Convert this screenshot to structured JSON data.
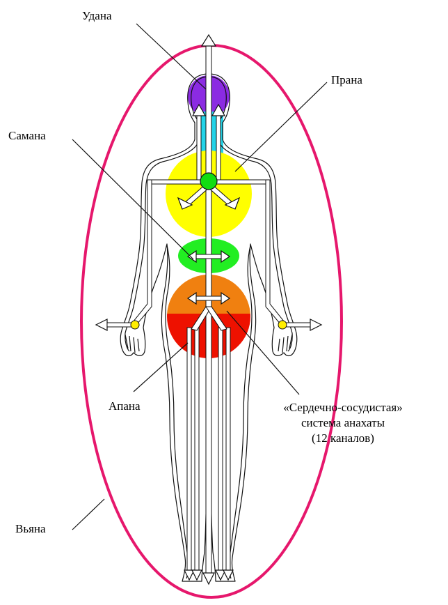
{
  "labels": {
    "udana": "Удана",
    "prana": "Прана",
    "samana": "Самана",
    "apana": "Апана",
    "vyana": "Вьяна",
    "cardio_line1": "«Сердечно-сосудистая»",
    "cardio_line2": "система анахаты",
    "cardio_line3": "(12 каналов)"
  },
  "colors": {
    "aura": "#e6176c",
    "head": "#8b2be2",
    "throat": "#22d3e8",
    "heart": "#ffff00",
    "heart_center": "#11dd11",
    "navel": "#22ee22",
    "sacral": "#f08010",
    "root": "#ee1100",
    "hand_point": "#ffee00",
    "outline": "#111111"
  }
}
